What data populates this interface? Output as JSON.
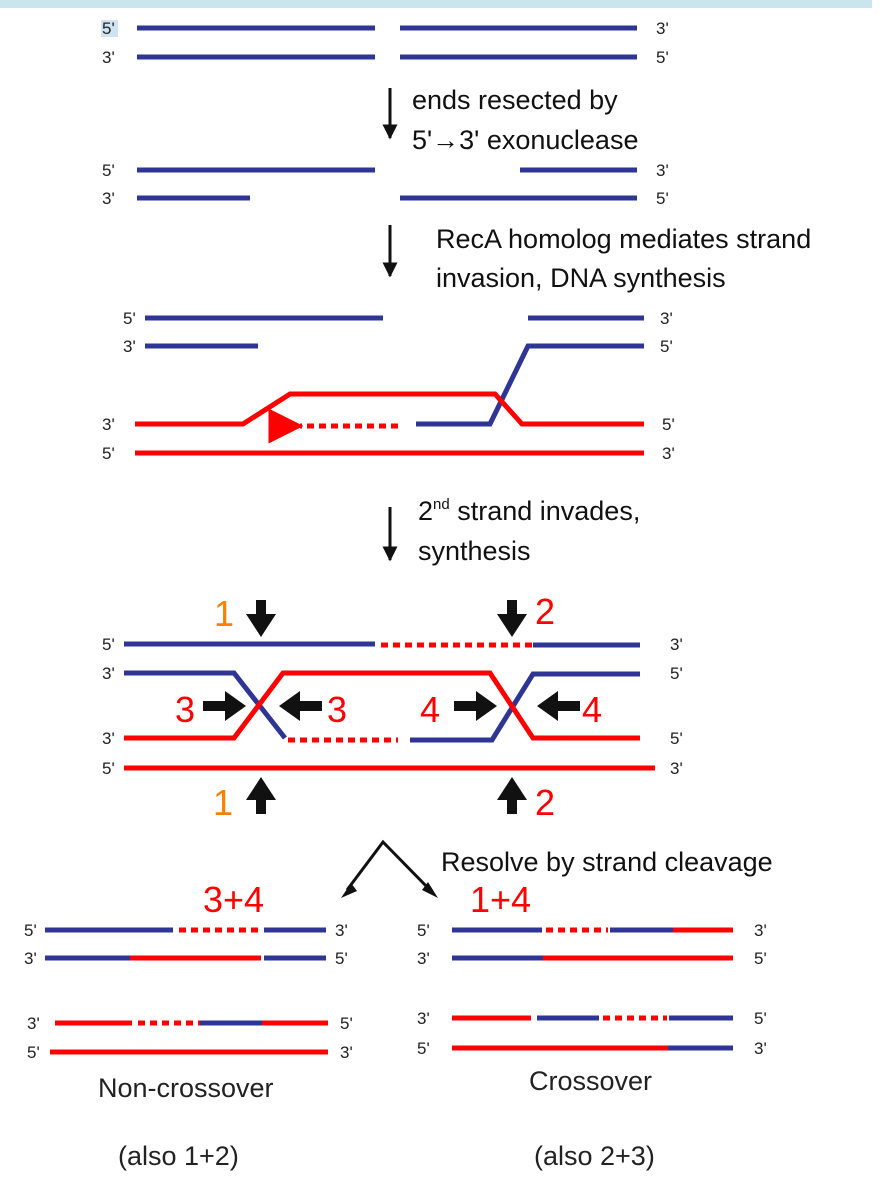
{
  "colors": {
    "blue": "#2e3594",
    "red": "#ff0000",
    "ink": "#111111",
    "top_bar": "#c9e6ee"
  },
  "labels": {
    "five_prime": "5'",
    "three_prime": "3'"
  },
  "steps": {
    "resect_line1": "ends resected by",
    "resect_line2": "5'→3' exonuclease",
    "invade_line1": "RecA homolog mediates strand",
    "invade_line2": "invasion, DNA synthesis",
    "second_prefix": "2",
    "second_sup": "nd",
    "second_rest": " strand invades,",
    "second_line2": "synthesis",
    "resolve": "Resolve by strand cleavage"
  },
  "cleavage_sites": {
    "n1": "1",
    "n2": "2",
    "n3": "3",
    "n4": "4"
  },
  "outcomes": {
    "noncross_sites": "3+4",
    "cross_sites": "1+4",
    "noncross_label": "Non-crossover",
    "cross_label": "Crossover",
    "noncross_alt": "(also 1+2)",
    "cross_alt": "(also 2+3)"
  }
}
